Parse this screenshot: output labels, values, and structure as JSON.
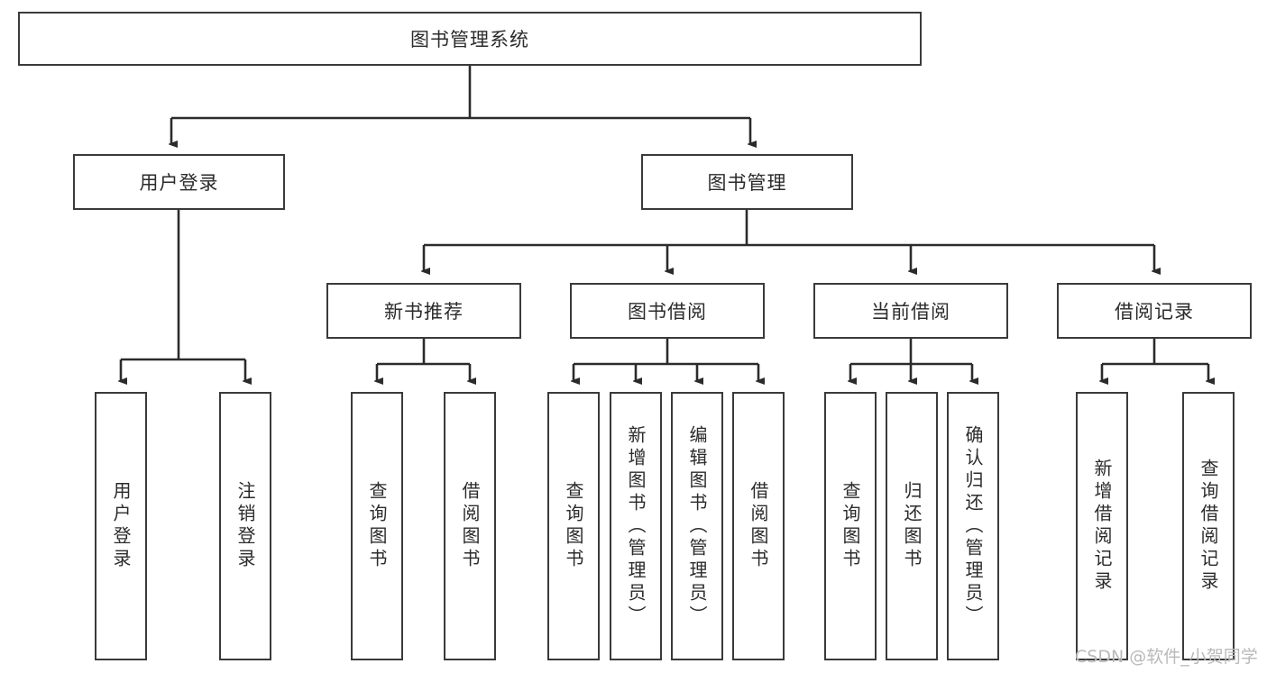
{
  "diagram": {
    "title": "图书管理系统",
    "type": "tree",
    "watermark": "CSDN @软件_小贺同学",
    "colors": {
      "box_border": "#3a3a3a",
      "box_fill": "#ffffff",
      "edge": "#2b2b2b",
      "text": "#2b2b2b",
      "watermark": "#b9b9b9",
      "background": "#ffffff"
    },
    "root": {
      "label": "图书管理系统"
    },
    "level2": [
      {
        "label": "用户登录"
      },
      {
        "label": "图书管理"
      }
    ],
    "level3": [
      {
        "label": "新书推荐"
      },
      {
        "label": "图书借阅"
      },
      {
        "label": "当前借阅"
      },
      {
        "label": "借阅记录"
      }
    ],
    "leaves": {
      "user_login": [
        {
          "label": "用户登录"
        },
        {
          "label": "注销登录"
        }
      ],
      "new_book_recommend": [
        {
          "label": "查询图书"
        },
        {
          "label": "借阅图书"
        }
      ],
      "book_borrow": [
        {
          "label": "查询图书"
        },
        {
          "label": "新增图书（管理员）"
        },
        {
          "label": "编辑图书（管理员）"
        },
        {
          "label": "借阅图书"
        }
      ],
      "current_borrow": [
        {
          "label": "查询图书"
        },
        {
          "label": "归还图书"
        },
        {
          "label": "确认归还（管理员）"
        }
      ],
      "borrow_record": [
        {
          "label": "新增借阅记录"
        },
        {
          "label": "查询借阅记录"
        }
      ]
    }
  }
}
